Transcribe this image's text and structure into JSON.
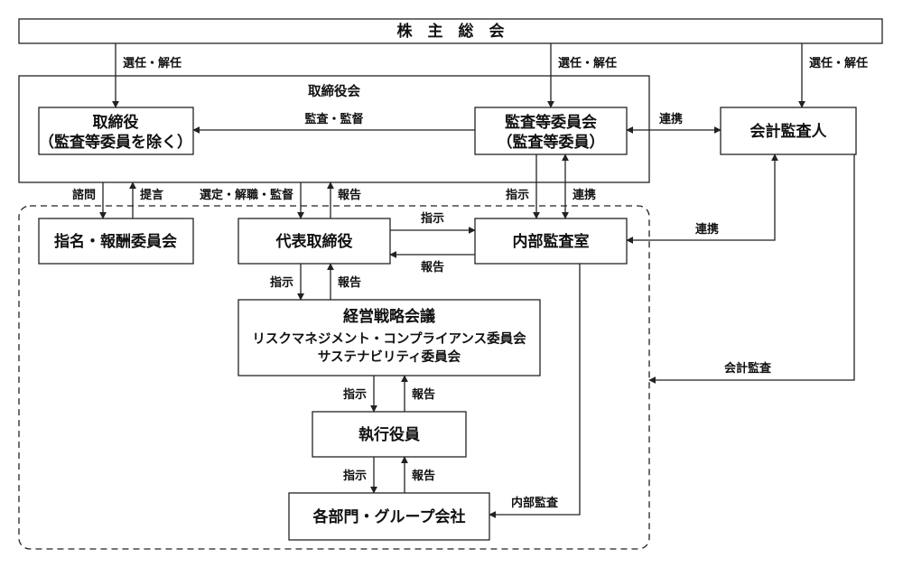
{
  "boxes": {
    "shareholders_meeting": "株　主　総　会",
    "board_of_directors": "取締役会",
    "directors_line1": "取締役",
    "directors_line2": "（監査等委員を除く）",
    "audit_committee_line1": "監査等委員会",
    "audit_committee_line2": "（監査等委員）",
    "accounting_auditor": "会計監査人",
    "nomination_committee": "指名・報酬委員会",
    "representative_director": "代表取締役",
    "internal_audit_office": "内部監査室",
    "management_strategy_line1": "経営戦略会議",
    "management_strategy_line2": "リスクマネジメント・コンプライアンス委員会",
    "management_strategy_line3": "サステナビリティ委員会",
    "executive_officers": "執行役員",
    "departments": "各部門・グループ会社"
  },
  "labels": {
    "appoint_dismiss": "選任・解任",
    "audit_supervise": "監査・監督",
    "cooperation": "連携",
    "consult": "諮問",
    "propose": "提言",
    "select_dismiss_supervise": "選定・解職・監督",
    "report": "報告",
    "instruct": "指示",
    "accounting_audit": "会計監査",
    "internal_audit": "内部監査"
  }
}
